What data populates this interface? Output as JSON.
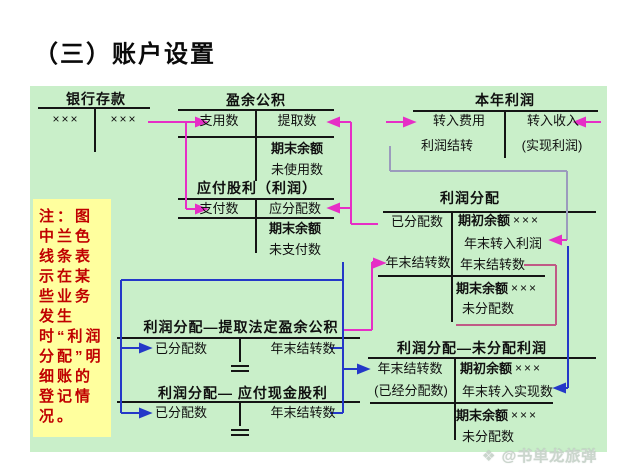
{
  "page": {
    "title": "（三）账户设置"
  },
  "note": {
    "text": "注：图中兰色线条表示在某些业务发生时“利润分配”明细账的登记情况。"
  },
  "accounts": {
    "bank": {
      "title": "银行存款",
      "left_value": "×××",
      "right_value": "×××"
    },
    "surplus_reserve": {
      "title": "盈余公积",
      "debit": "支用数",
      "credit": "提取数",
      "ending_balance": "期末余额",
      "unused": "未使用数"
    },
    "dividends_payable": {
      "title": "应付股利（利润）",
      "debit": "支付数",
      "credit": "应分配数",
      "ending_balance": "期末余额",
      "unpaid": "未支付数"
    },
    "current_year_profit": {
      "title": "本年利润",
      "debit1": "转入费用",
      "debit2": "利润结转",
      "credit1": "转入收入",
      "credit2": "(实现利润)"
    },
    "profit_distribution": {
      "title": "利润分配",
      "debit1": "已分配数",
      "debit2": "年末结转数",
      "opening_balance": "期初余额",
      "opening_value": "×××",
      "credit2": "年末转入利润",
      "credit3": "年末结转数",
      "ending_balance": "期末余额",
      "ending_value": "×××",
      "undistributed": "未分配数"
    },
    "dist_statutory_surplus": {
      "title": "利润分配—提取法定盈余公积",
      "debit": "已分配数",
      "credit": "年末结转数"
    },
    "dist_cash_dividend": {
      "title": "利润分配— 应付现金股利",
      "debit": "已分配数",
      "credit": "年末结转数"
    },
    "dist_undistributed": {
      "title": "利润分配—未分配利润",
      "debit1": "年末结转数",
      "debit2": "(已经分配数)",
      "opening_balance": "期初余额",
      "opening_value": "×××",
      "credit2": "年末转入实现数",
      "ending_balance": "期末余额",
      "ending_value": "×××",
      "undistributed": "未分配数"
    }
  },
  "watermark": {
    "icon": "❖",
    "text": "@书单龙旅弹"
  },
  "colors": {
    "panel": "#c9efc9",
    "note_bg": "#ffff9e",
    "note_text": "#c00000",
    "pink": "#e62ec6",
    "blue": "#2438c8",
    "grey": "#9b9bbd",
    "red_bracket": "#c05a86"
  }
}
